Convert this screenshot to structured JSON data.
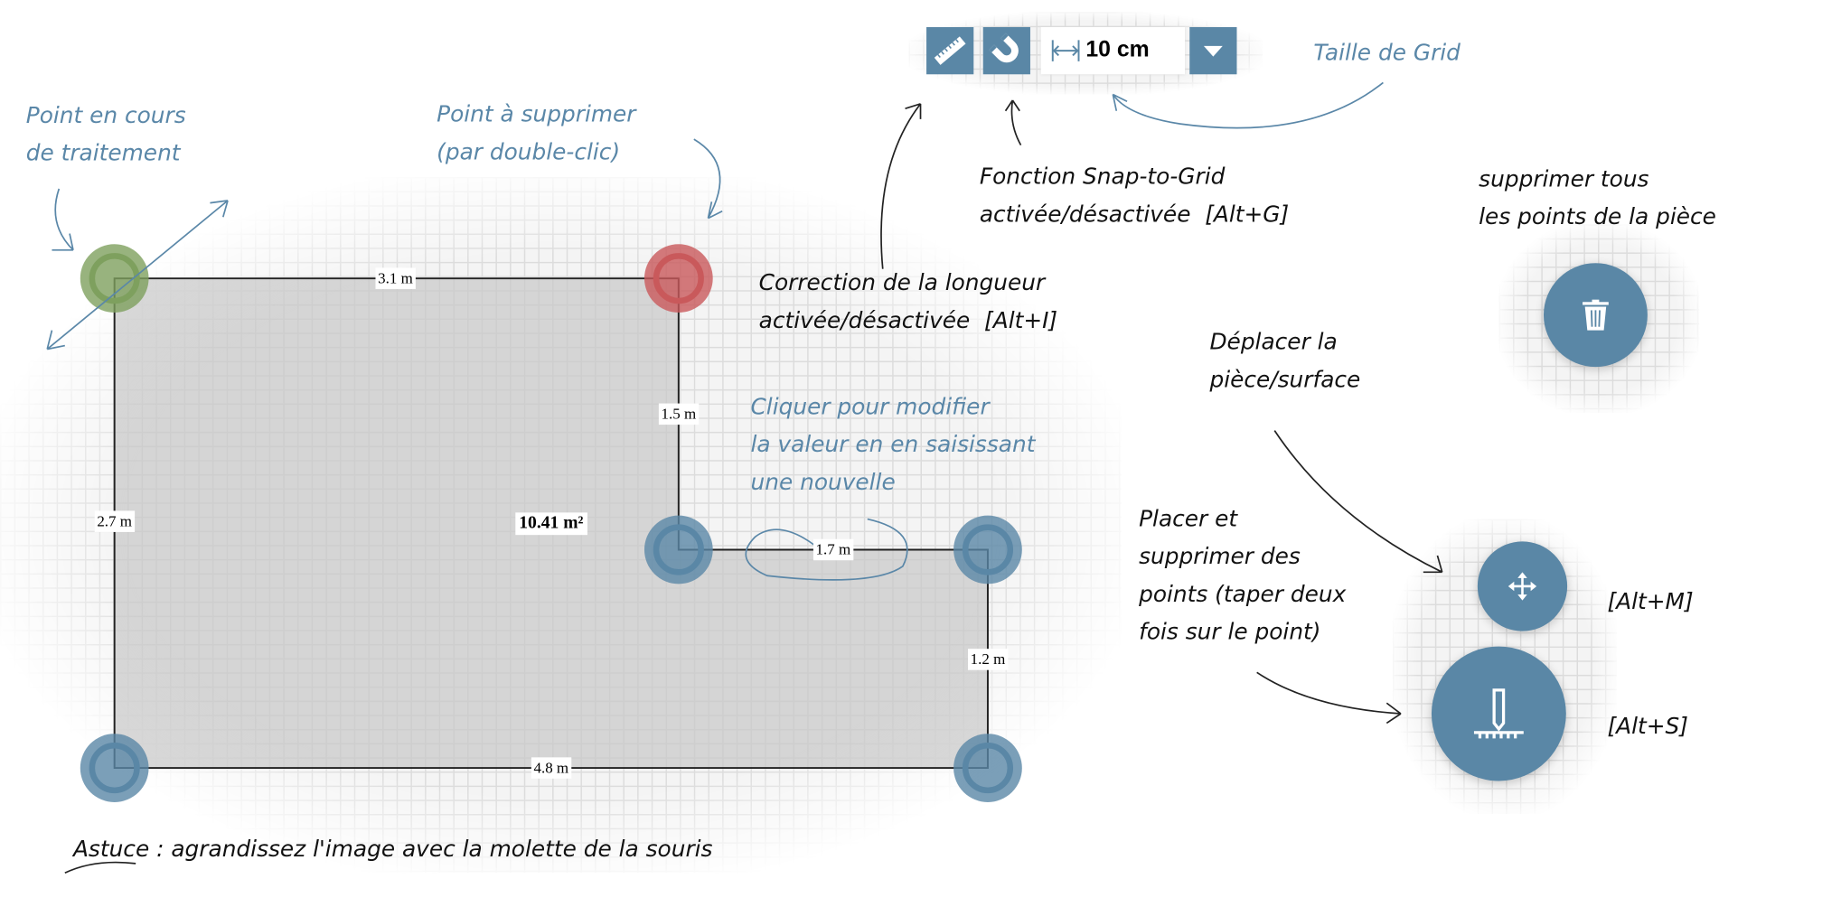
{
  "toolbar": {
    "grid_size_value": "10 cm",
    "length_correction_icon": "ruler-icon",
    "snap_icon": "magnet-icon",
    "dropdown_icon": "caret-down-icon"
  },
  "room": {
    "area": "10.41 m²",
    "dimensions": {
      "top": "3.1 m",
      "right_upper": "1.5 m",
      "step": "1.7 m",
      "right_lower": "1.2 m",
      "bottom": "4.8 m",
      "left": "2.7 m"
    },
    "point_colors": {
      "current": "#7ea05e",
      "delete": "#c9595b",
      "normal": "#5a87a6"
    }
  },
  "actions": {
    "delete_all_icon": "trash-icon",
    "move_icon": "move-arrows-icon",
    "draw_icon": "pen-ruler-icon"
  },
  "notes": {
    "current_point": [
      "Point en cours",
      "de traitement"
    ],
    "delete_point": [
      "Point à supprimer",
      "(par double-clic)"
    ],
    "grid_size": "Taille de Grid",
    "snap": [
      "Fonction Snap-to-Grid",
      "activée/désactivée  [Alt+G]"
    ],
    "delete_all": [
      "supprimer tous",
      "les points de la pièce"
    ],
    "length_correction": [
      "Correction de la longueur",
      "activée/désactivée  [Alt+I]"
    ],
    "move": [
      "Déplacer la",
      "pièce/surface"
    ],
    "edit_value": [
      "Cliquer pour modifier",
      "la valeur en en saisissant",
      "une nouvelle"
    ],
    "place_points": [
      "Placer et",
      "supprimer des",
      "points (taper deux",
      "fois sur le point)"
    ],
    "move_shortcut": "[Alt+M]",
    "draw_shortcut": "[Alt+S]",
    "tip": "Astuce : agrandissez l'image avec la molette de la souris"
  },
  "colors": {
    "accent": "#5a87a6",
    "annotation_blue": "#5a87a8"
  }
}
